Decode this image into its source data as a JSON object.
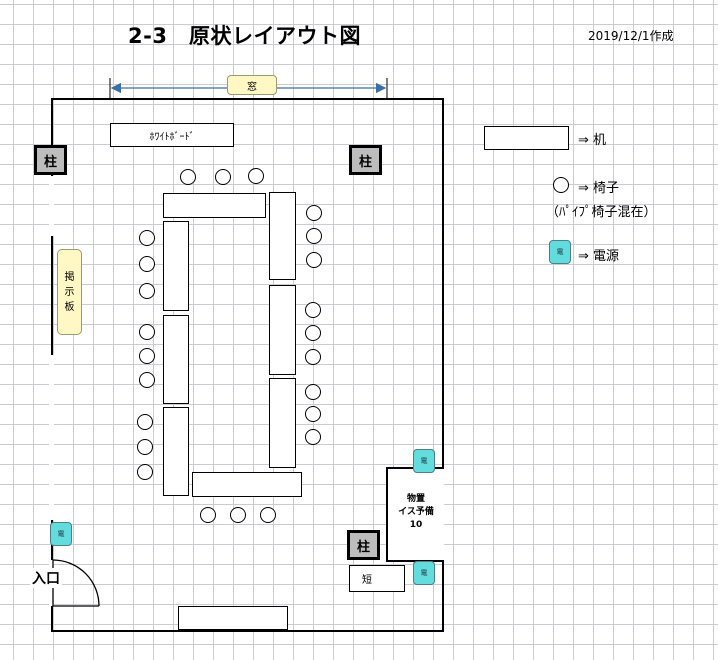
{
  "header": {
    "title": "2-3　原状レイアウト図",
    "date": "2019/12/1作成"
  },
  "labels": {
    "window": "窓",
    "whiteboard": "ﾎﾜｲﾄﾎﾞｰﾄﾞ",
    "noticeboard": "掲\n示\n板",
    "pillar": "柱",
    "entrance": "入口",
    "short_desk": "短",
    "storage": "物置\nイス予備\n10",
    "outlet": "電"
  },
  "legend": {
    "desk": "⇒ 机",
    "chair": "⇒ 椅子",
    "chair_note": "（ﾊﾟｲﾌﾟ椅子混在）",
    "outlet": "⇒ 電源"
  },
  "colors": {
    "outlet": "#62dcdc",
    "pillar": "#bdbdbd",
    "label_fill": "#fff8c4",
    "window_arrow": "#3a6fa5",
    "grid": "#c9ccd1"
  }
}
